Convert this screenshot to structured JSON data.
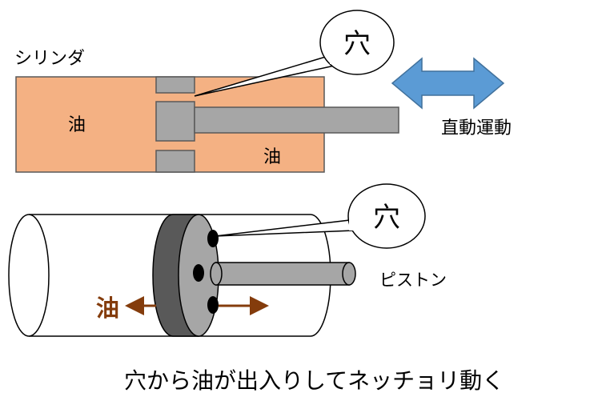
{
  "labels": {
    "cylinder": "シリンダ",
    "oil_left": "油",
    "oil_right": "油",
    "hole_top": "穴",
    "linear_motion": "直動運動",
    "hole_bottom": "穴",
    "piston": "ピストン",
    "oil_bottom": "油",
    "caption": "穴から油が出入りしてネッチョリ動く"
  },
  "colors": {
    "cylinder_fill": "#f4b183",
    "piston_gray": "#a6a6a6",
    "piston_dark": "#595959",
    "arrow_blue": "#5b9bd5",
    "oil_brown": "#843c0c"
  }
}
